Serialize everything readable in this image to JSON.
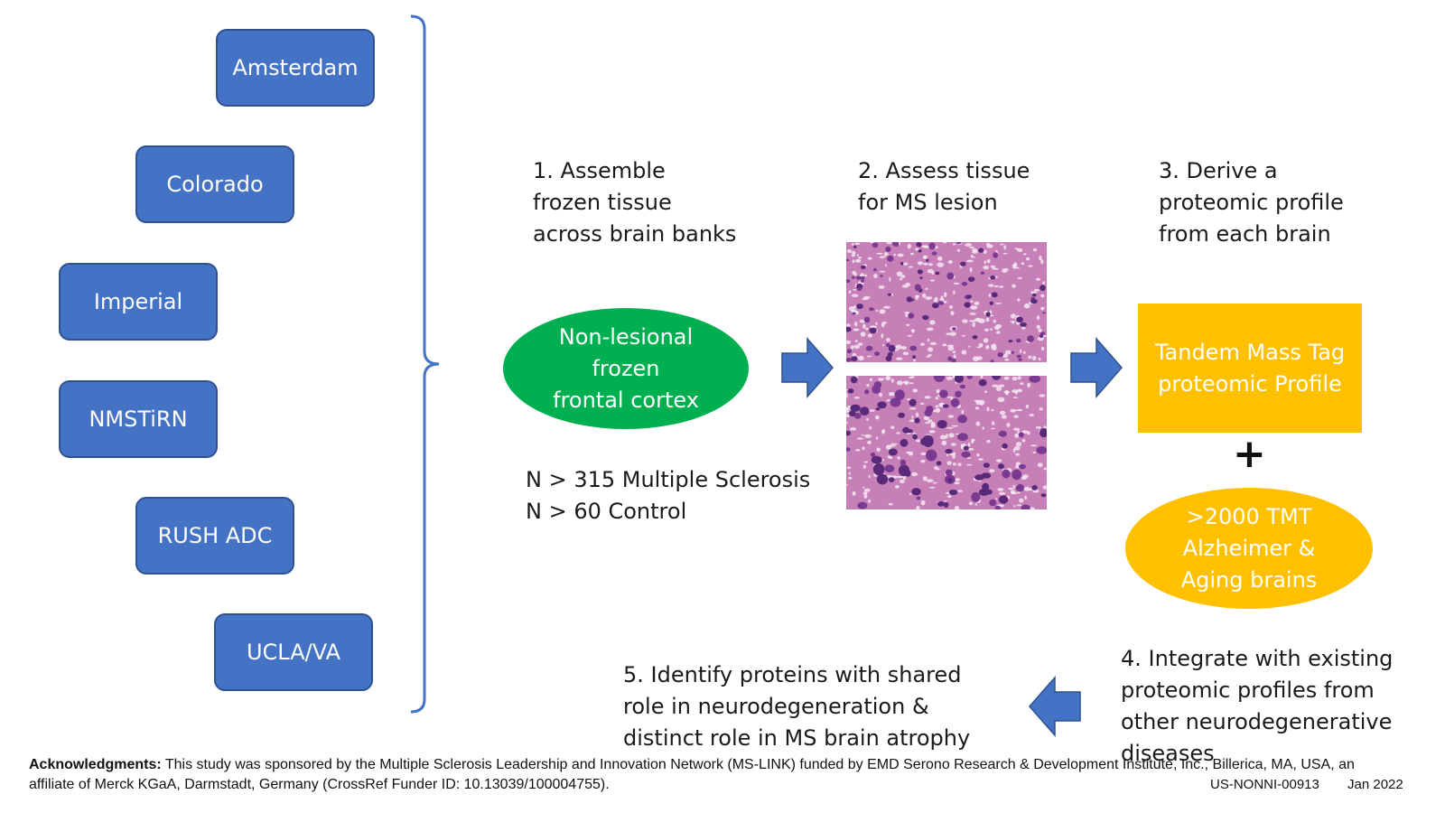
{
  "brain_banks": [
    {
      "label": "Amsterdam"
    },
    {
      "label": "Colorado"
    },
    {
      "label": "Imperial"
    },
    {
      "label": "NMSTiRN"
    },
    {
      "label": "RUSH ADC"
    },
    {
      "label": "UCLA/VA"
    }
  ],
  "steps": {
    "step1": "1. Assemble\nfrozen  tissue\nacross brain banks",
    "step2": "2. Assess tissue\nfor MS lesion",
    "step3": "3. Derive a\nproteomic profile\nfrom each brain",
    "step4": "4. Integrate with existing\nproteomic profiles from\nother neurodegenerative\ndiseases",
    "step5": "5. Identify proteins with shared\nrole in neurodegeneration &\ndistinct role in MS brain atrophy"
  },
  "tissue_oval": "Non-lesional\nfrozen\nfrontal cortex",
  "cohort": {
    "ms": "N > 315 Multiple Sclerosis",
    "control": "N > 60 Control"
  },
  "tmt_box": "Tandem Mass Tag\nproteomic Profile",
  "plus_sign": "+",
  "ad_oval": ">2000 TMT\nAlzheimer &\nAging brains",
  "footer": {
    "ack_label": "Acknowledgments:",
    "ack_text": " This study was sponsored by the Multiple Sclerosis Leadership and Innovation Network (MS-LINK) funded by EMD Serono Research & Development Institute, Inc., Billerica, MA, USA, an affiliate of Merck KGaA, Darmstadt, Germany (CrossRef Funder ID: 10.13039/100004755).",
    "doc_code": "US-NONNI-00913",
    "date": "Jan 2022"
  },
  "colors": {
    "bank_fill": "#4472c4",
    "arrow_fill": "#4472c4",
    "green_oval": "#00b050",
    "gold": "#ffc000",
    "tissue_pink": "#c77fb8"
  },
  "images": [
    {
      "name": "h-and-e-stain-top"
    },
    {
      "name": "h-and-e-stain-bottom"
    }
  ]
}
